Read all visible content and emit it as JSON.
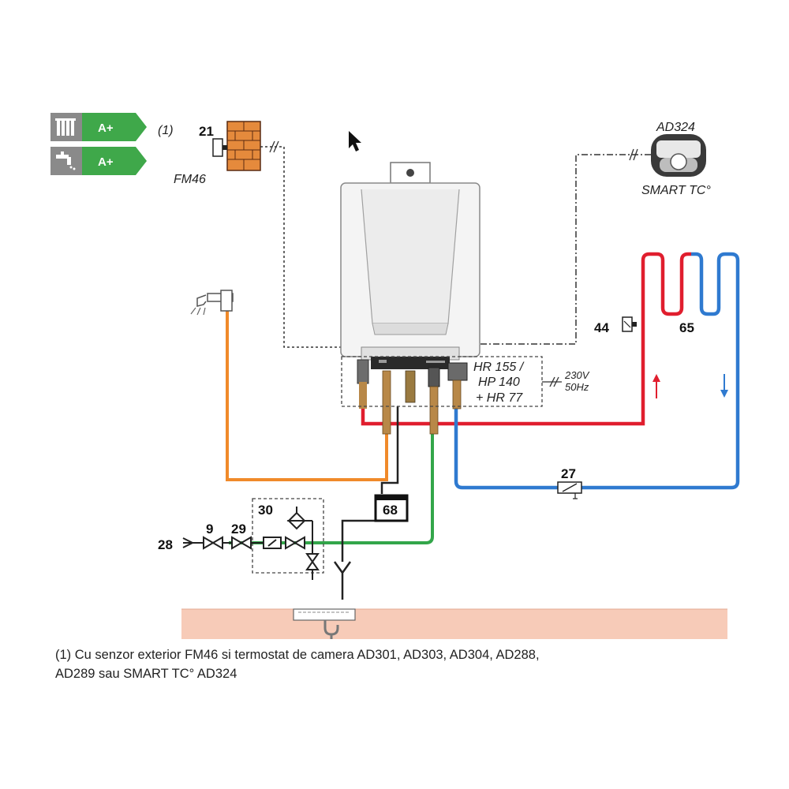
{
  "energy_labels": {
    "heating_class": "A+",
    "dhw_class": "A+",
    "note_ref": "(1)"
  },
  "components": {
    "outdoor_sensor_number": "21",
    "outdoor_sensor_name": "FM46",
    "smart_tc_model": "AD324",
    "smart_tc_name": "SMART TC°",
    "boiler_models": [
      "HR 155 /",
      "HP 140",
      "+ HR 77"
    ],
    "power_supply": [
      "230V",
      "50Hz"
    ],
    "c44": "44",
    "c65": "65",
    "c27": "27",
    "c68": "68",
    "c30": "30",
    "c9": "9",
    "c29": "29",
    "c28": "28"
  },
  "colors": {
    "heating_flow": "#e01e2e",
    "heating_return": "#2f7ad0",
    "dhw": "#f08a2a",
    "cold_water": "#33a64a",
    "energy_badge": "#3fa84a",
    "floor": "#f7cbb8"
  },
  "footnote": {
    "line1": "(1) Cu senzor exterior FM46 si termostat de camera AD301, AD303, AD304, AD288,",
    "line2": "AD289 sau SMART TC° AD324"
  }
}
